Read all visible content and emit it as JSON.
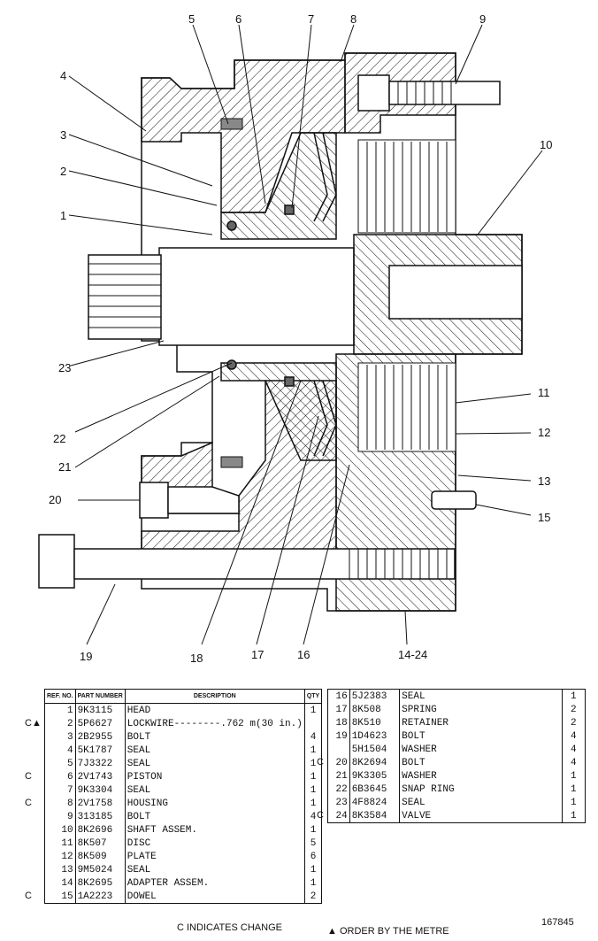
{
  "callouts": [
    "1",
    "2",
    "3",
    "4",
    "5",
    "6",
    "7",
    "8",
    "9",
    "10",
    "11",
    "12",
    "13",
    "14-24",
    "15",
    "16",
    "17",
    "18",
    "19",
    "20",
    "21",
    "22",
    "23"
  ],
  "table_headers": {
    "ref": "REF. NO.",
    "part": "PART NUMBER",
    "desc": "DESCRIPTION",
    "qty": "QTY"
  },
  "parts_left": [
    {
      "mark": "",
      "ref": "1",
      "part": "9K3115",
      "desc": "HEAD",
      "qty": "1"
    },
    {
      "mark": "C▲",
      "ref": "2",
      "part": "5P6627",
      "desc": "LOCKWIRE--------.762 m(30 in.)",
      "qty": ""
    },
    {
      "mark": "",
      "ref": "3",
      "part": "2B2955",
      "desc": "BOLT",
      "qty": "4"
    },
    {
      "mark": "",
      "ref": "4",
      "part": "5K1787",
      "desc": "SEAL",
      "qty": "1"
    },
    {
      "mark": "",
      "ref": "5",
      "part": "7J3322",
      "desc": "SEAL",
      "qty": "1"
    },
    {
      "mark": "C",
      "ref": "6",
      "part": "2V1743",
      "desc": "PISTON",
      "qty": "1"
    },
    {
      "mark": "",
      "ref": "7",
      "part": "9K3304",
      "desc": "SEAL",
      "qty": "1"
    },
    {
      "mark": "C",
      "ref": "8",
      "part": "2V1758",
      "desc": "HOUSING",
      "qty": "1"
    },
    {
      "mark": "",
      "ref": "9",
      "part": "313185",
      "desc": "BOLT",
      "qty": "4"
    },
    {
      "mark": "",
      "ref": "10",
      "part": "8K2696",
      "desc": "SHAFT ASSEM.",
      "qty": "1"
    },
    {
      "mark": "",
      "ref": "11",
      "part": "8K507",
      "desc": "DISC",
      "qty": "5"
    },
    {
      "mark": "",
      "ref": "12",
      "part": "8K509",
      "desc": "PLATE",
      "qty": "6"
    },
    {
      "mark": "",
      "ref": "13",
      "part": "9M5024",
      "desc": "SEAL",
      "qty": "1"
    },
    {
      "mark": "",
      "ref": "14",
      "part": "8K2695",
      "desc": "ADAPTER ASSEM.",
      "qty": "1"
    },
    {
      "mark": "C",
      "ref": "15",
      "part": "1A2223",
      "desc": "DOWEL",
      "qty": "2"
    }
  ],
  "parts_right": [
    {
      "mark": "",
      "ref": "16",
      "part": "5J2383",
      "desc": "SEAL",
      "qty": "1"
    },
    {
      "mark": "",
      "ref": "17",
      "part": "8K508",
      "desc": "SPRING",
      "qty": "2"
    },
    {
      "mark": "",
      "ref": "18",
      "part": "8K510",
      "desc": "RETAINER",
      "qty": "2"
    },
    {
      "mark": "",
      "ref": "19",
      "part": "1D4623",
      "desc": "BOLT",
      "qty": "4"
    },
    {
      "mark": "",
      "ref": "",
      "part": "5H1504",
      "desc": "WASHER",
      "qty": "4"
    },
    {
      "mark": "C",
      "ref": "20",
      "part": "8K2694",
      "desc": "BOLT",
      "qty": "4"
    },
    {
      "mark": "",
      "ref": "21",
      "part": "9K3305",
      "desc": "WASHER",
      "qty": "1"
    },
    {
      "mark": "",
      "ref": "22",
      "part": "6B3645",
      "desc": "SNAP RING",
      "qty": "1"
    },
    {
      "mark": "",
      "ref": "23",
      "part": "4F8824",
      "desc": "SEAL",
      "qty": "1"
    },
    {
      "mark": "C",
      "ref": "24",
      "part": "8K3584",
      "desc": "VALVE",
      "qty": "1"
    }
  ],
  "footer": {
    "change_note": "C INDICATES CHANGE",
    "order_note": "▲ ORDER BY THE METRE",
    "drawing_number": "167845"
  }
}
